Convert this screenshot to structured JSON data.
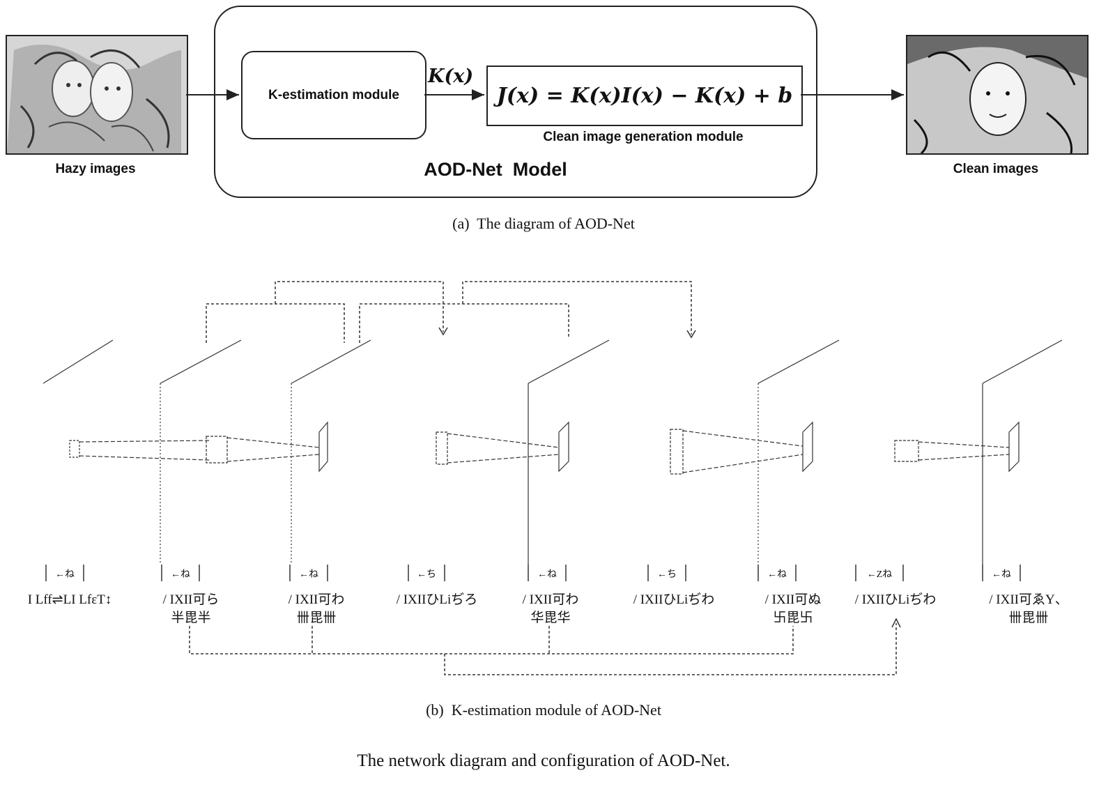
{
  "part_a": {
    "input_label": "Hazy images",
    "output_label": "Clean images",
    "model_title": "AOD-Net  Model",
    "k_module_label": "K-estimation module",
    "k_arrow_label": "K(x)",
    "equation": "J(x) = K(x)I(x) − K(x) + b",
    "clean_module_label": "Clean image generation module",
    "caption": "(a)  The diagram of AOD-Net"
  },
  "part_b": {
    "caption": "(b)  K-estimation module of AOD-Net",
    "layers": [
      {
        "tick": "←ね",
        "label1": "I Lff⇌LI LfεT↕",
        "label2": ""
      },
      {
        "tick": "←ね",
        "label1": "/ IXII可ら",
        "label2": "半毘半"
      },
      {
        "tick": "←ね",
        "label1": "/ IXII可わ",
        "label2": "卌毘卌"
      },
      {
        "tick": "←ち",
        "label1": "/ IXIIひLiぢろ",
        "label2": ""
      },
      {
        "tick": "←ね",
        "label1": "/ IXII可わ",
        "label2": "华毘华"
      },
      {
        "tick": "←ち",
        "label1": "/ IXIIひLiぢわ",
        "label2": ""
      },
      {
        "tick": "←ね",
        "label1": "/ IXII可ぬ",
        "label2": "卐毘卐"
      },
      {
        "tick": "←Zね",
        "label1": "/ IXIIひLiぢわ",
        "label2": ""
      },
      {
        "tick": "←ね",
        "label1": "/ IXII可ゑY、",
        "label2": "卌毘卌"
      }
    ]
  },
  "figure_caption": "The network diagram and configuration of AOD-Net."
}
